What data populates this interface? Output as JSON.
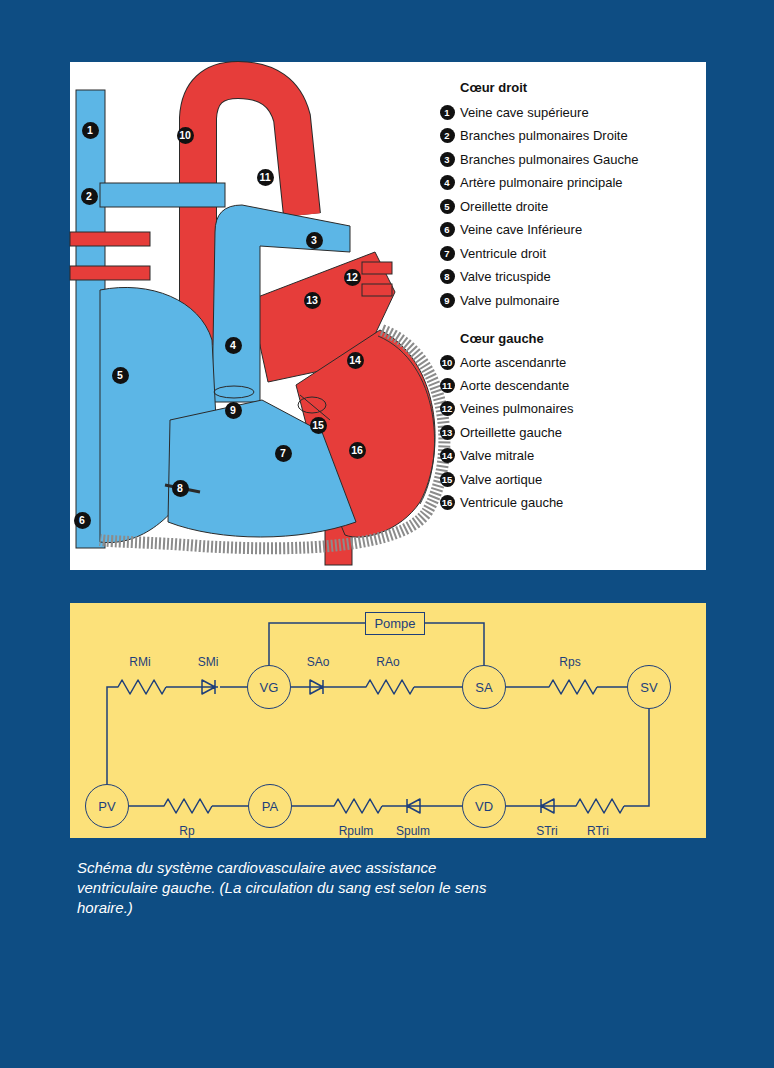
{
  "diagram": {
    "caption": "Schéma du système cardiovasculaire avec assistance ventriculaire gauche. (La circulation du sang est selon le sens horaire.)",
    "nodes": [
      {
        "text": [
          "Pompe"
        ]
      },
      {
        "text": [
          "VG"
        ]
      },
      {
        "text": [
          "SA"
        ]
      },
      {
        "text": [
          "SV"
        ]
      },
      {
        "text": [
          "PV"
        ]
      },
      {
        "text": [
          "PA"
        ]
      },
      {
        "text": [
          "VD"
        ]
      }
    ],
    "edges": [
      {
        "from": 1,
        "to": 2,
        "arrow": "none"
      },
      {
        "from": 2,
        "to": 3,
        "arrow": "none"
      },
      {
        "from": 3,
        "to": 6,
        "arrow": "none"
      },
      {
        "from": 6,
        "to": 5,
        "arrow": "none"
      },
      {
        "from": 5,
        "to": 4,
        "arrow": "none"
      },
      {
        "from": 4,
        "to": 1,
        "arrow": "none"
      },
      {
        "from": 0,
        "to": 1,
        "arrow": "none"
      },
      {
        "from": 0,
        "to": 2,
        "arrow": "none"
      }
    ],
    "labels": [
      "Cœur droit",
      "1",
      "Veine cave supérieure",
      "2",
      "Branches pulmonaires Droite",
      "3",
      "Branches pulmonaires Gauche",
      "4",
      "Artère pulmonaire principale",
      "5",
      "Oreillette droite",
      "6",
      "Veine cave Inférieure",
      "7",
      "Ventricule droit",
      "8",
      "Valve tricuspide",
      "9",
      "Valve pulmonaire",
      "Cœur gauche",
      "10",
      "Aorte ascendanrte",
      "11",
      "Aorte descendante",
      "12",
      "Veines pulmonaires",
      "13",
      "Orteillette gauche",
      "14",
      "Valve mitrale",
      "15",
      "Valve aortique",
      "16",
      "Ventricule gauche",
      "1",
      "2",
      "3",
      "4",
      "5",
      "6",
      "7",
      "8",
      "9",
      "10",
      "11",
      "12",
      "13",
      "14",
      "15",
      "16",
      "RMi",
      "SMi",
      "SAo",
      "RAo",
      "Rps",
      "Rp",
      "Rpulm",
      "Spulm",
      "STri",
      "RTri"
    ]
  }
}
